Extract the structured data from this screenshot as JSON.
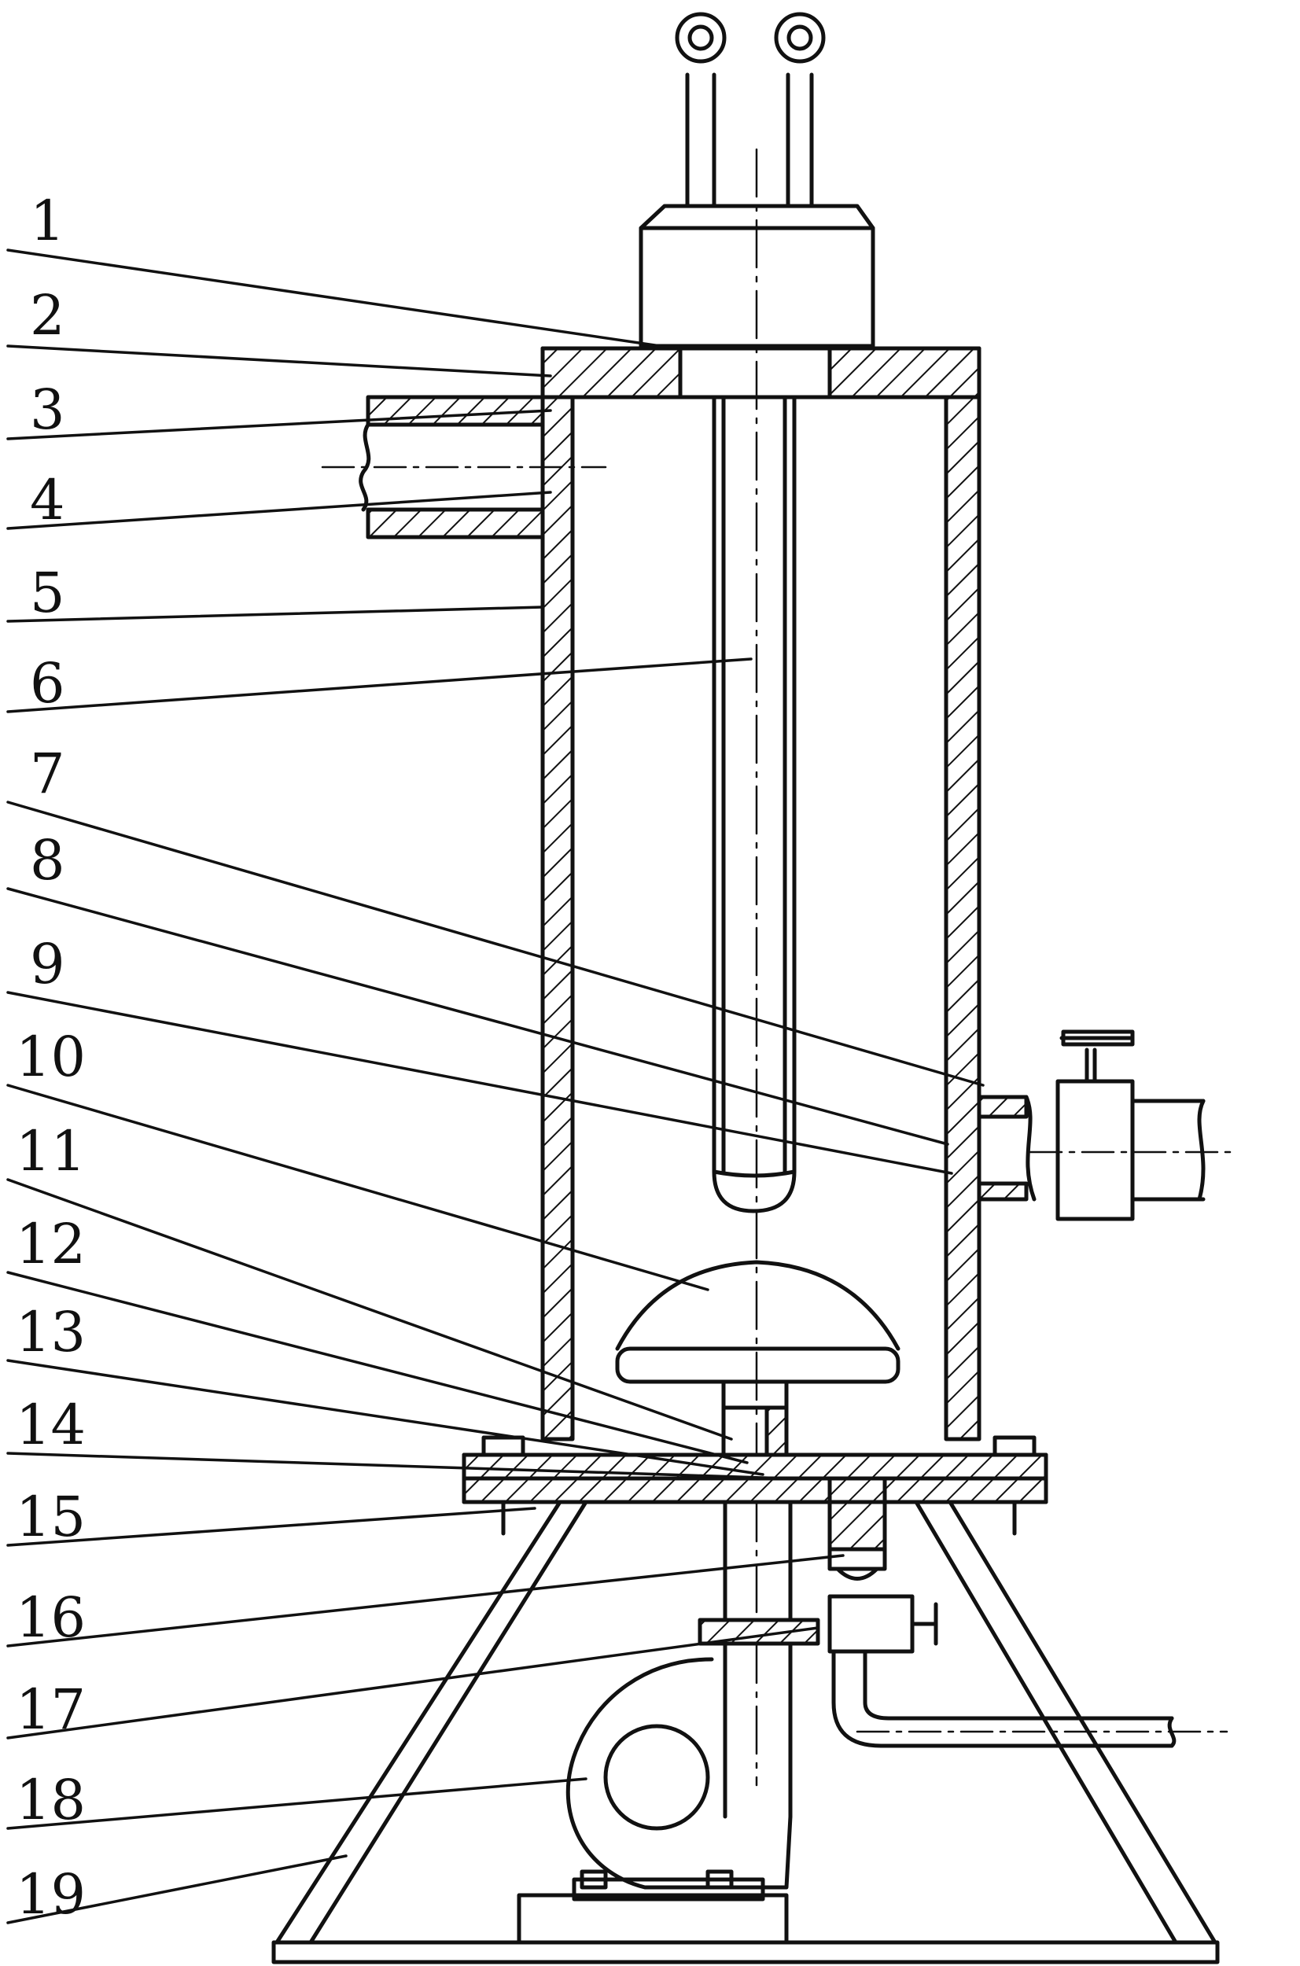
{
  "diagram": {
    "labels": [
      "1",
      "2",
      "3",
      "4",
      "5",
      "6",
      "7",
      "8",
      "9",
      "10",
      "11",
      "12",
      "13",
      "14",
      "15",
      "16",
      "17",
      "18",
      "19"
    ]
  },
  "colors": {
    "ink": "#111111",
    "paper": "#ffffff"
  }
}
